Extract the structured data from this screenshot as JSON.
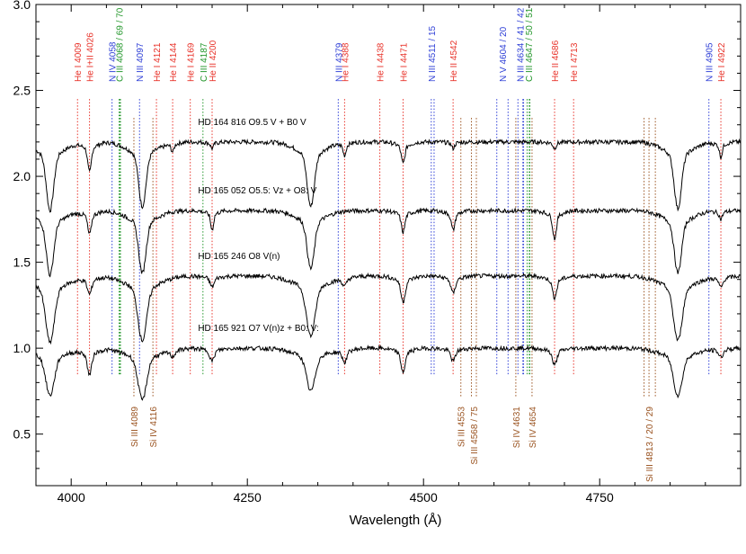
{
  "chart_data": {
    "type": "line",
    "title": "",
    "xlabel": "Wavelength (Å)",
    "ylabel": "",
    "xlim": [
      3950,
      4950
    ],
    "ylim": [
      0.2,
      3.0
    ],
    "x_ticks": [
      {
        "value": 4000,
        "label": "4000"
      },
      {
        "value": 4250,
        "label": "4250"
      },
      {
        "value": 4500,
        "label": "4500"
      },
      {
        "value": 4750,
        "label": "4750"
      }
    ],
    "y_ticks": [
      {
        "value": 0.5,
        "label": "0.5"
      },
      {
        "value": 1.0,
        "label": "1.0"
      },
      {
        "value": 1.5,
        "label": "1.5"
      },
      {
        "value": 2.0,
        "label": "2.0"
      },
      {
        "value": 2.5,
        "label": "2.5"
      },
      {
        "value": 3.0,
        "label": "3.0"
      }
    ],
    "grid": false,
    "colors": {
      "he": "#e8332a",
      "n": "#2d3ed6",
      "c": "#22962a",
      "si": "#9a5320",
      "spectrum": "#000000"
    },
    "spectra": [
      {
        "name": "HD 164 816   O9.5 V + B0 V",
        "continuum": 2.2,
        "label_x": 4180,
        "lines": [
          {
            "center": 3970,
            "depth": 0.32,
            "width": 5
          },
          {
            "center": 4026,
            "depth": 0.14,
            "width": 2.5
          },
          {
            "center": 4101,
            "depth": 0.3,
            "width": 5
          },
          {
            "center": 4144,
            "depth": 0.04,
            "width": 2
          },
          {
            "center": 4200,
            "depth": 0.03,
            "width": 2
          },
          {
            "center": 4340,
            "depth": 0.3,
            "width": 5
          },
          {
            "center": 4388,
            "depth": 0.06,
            "width": 2
          },
          {
            "center": 4471,
            "depth": 0.1,
            "width": 2.5
          },
          {
            "center": 4542,
            "depth": 0.03,
            "width": 2
          },
          {
            "center": 4686,
            "depth": 0.03,
            "width": 2
          },
          {
            "center": 4861,
            "depth": 0.31,
            "width": 5
          },
          {
            "center": 4922,
            "depth": 0.07,
            "width": 2
          }
        ]
      },
      {
        "name": "HD 165 052   O5.5: Vz + O8: V",
        "continuum": 1.8,
        "label_x": 4180,
        "lines": [
          {
            "center": 3970,
            "depth": 0.3,
            "width": 5
          },
          {
            "center": 4026,
            "depth": 0.11,
            "width": 2.5
          },
          {
            "center": 4101,
            "depth": 0.29,
            "width": 5
          },
          {
            "center": 4200,
            "depth": 0.09,
            "width": 2
          },
          {
            "center": 4340,
            "depth": 0.27,
            "width": 5
          },
          {
            "center": 4471,
            "depth": 0.1,
            "width": 2.5
          },
          {
            "center": 4542,
            "depth": 0.09,
            "width": 2.5
          },
          {
            "center": 4686,
            "depth": 0.13,
            "width": 2.5
          },
          {
            "center": 4861,
            "depth": 0.29,
            "width": 5
          },
          {
            "center": 4922,
            "depth": 0.04,
            "width": 2
          }
        ]
      },
      {
        "name": "HD 165 246   O8 V(n)",
        "continuum": 1.42,
        "label_x": 4180,
        "lines": [
          {
            "center": 3970,
            "depth": 0.31,
            "width": 6
          },
          {
            "center": 4026,
            "depth": 0.08,
            "width": 3
          },
          {
            "center": 4101,
            "depth": 0.3,
            "width": 6
          },
          {
            "center": 4200,
            "depth": 0.05,
            "width": 3
          },
          {
            "center": 4340,
            "depth": 0.28,
            "width": 6
          },
          {
            "center": 4388,
            "depth": 0.04,
            "width": 3
          },
          {
            "center": 4471,
            "depth": 0.12,
            "width": 3
          },
          {
            "center": 4542,
            "depth": 0.08,
            "width": 3
          },
          {
            "center": 4686,
            "depth": 0.1,
            "width": 3
          },
          {
            "center": 4861,
            "depth": 0.3,
            "width": 6
          },
          {
            "center": 4922,
            "depth": 0.05,
            "width": 3
          }
        ]
      },
      {
        "name": "HD 165 921   O7 V(n)z + B0: V:",
        "continuum": 1.0,
        "label_x": 4180,
        "lines": [
          {
            "center": 3970,
            "depth": 0.22,
            "width": 6
          },
          {
            "center": 4026,
            "depth": 0.12,
            "width": 3
          },
          {
            "center": 4101,
            "depth": 0.24,
            "width": 6
          },
          {
            "center": 4144,
            "depth": 0.03,
            "width": 3
          },
          {
            "center": 4200,
            "depth": 0.06,
            "width": 3
          },
          {
            "center": 4340,
            "depth": 0.2,
            "width": 6
          },
          {
            "center": 4388,
            "depth": 0.06,
            "width": 3
          },
          {
            "center": 4471,
            "depth": 0.11,
            "width": 3
          },
          {
            "center": 4542,
            "depth": 0.06,
            "width": 3
          },
          {
            "center": 4686,
            "depth": 0.08,
            "width": 3
          },
          {
            "center": 4861,
            "depth": 0.22,
            "width": 6
          },
          {
            "center": 4922,
            "depth": 0.04,
            "width": 3
          }
        ]
      }
    ],
    "top_labels": [
      {
        "text": "He I 4009",
        "x": 4009,
        "color": "he"
      },
      {
        "text": "He I+II 4026",
        "x": 4026,
        "color": "he"
      },
      {
        "text": "N IV 4058",
        "x": 4058,
        "color": "n"
      },
      {
        "text": "C III 4068 / 69 / 70",
        "x": 4068,
        "color": "c"
      },
      {
        "text": "N III 4097",
        "x": 4097,
        "color": "n"
      },
      {
        "text": "He I 4121",
        "x": 4121,
        "color": "he"
      },
      {
        "text": "He I 4144",
        "x": 4144,
        "color": "he"
      },
      {
        "text": "He I 4169",
        "x": 4169,
        "color": "he"
      },
      {
        "text": "C III 4187",
        "x": 4187,
        "color": "c"
      },
      {
        "text": "He II 4200",
        "x": 4200,
        "color": "he"
      },
      {
        "text": "N III 4379",
        "x": 4379,
        "color": "n"
      },
      {
        "text": "He I 4388",
        "x": 4388,
        "color": "he"
      },
      {
        "text": "He I 4438",
        "x": 4438,
        "color": "he"
      },
      {
        "text": "He I 4471",
        "x": 4471,
        "color": "he"
      },
      {
        "text": "N III 4511 / 15",
        "x": 4511,
        "color": "n"
      },
      {
        "text": "He II 4542",
        "x": 4542,
        "color": "he"
      },
      {
        "text": "N V 4604 / 20",
        "x": 4612,
        "color": "n"
      },
      {
        "text": "N III 4634 / 41 / 42",
        "x": 4637,
        "color": "n"
      },
      {
        "text": "C III 4647 / 50 / 51",
        "x": 4649,
        "color": "c"
      },
      {
        "text": "He II 4686",
        "x": 4686,
        "color": "he"
      },
      {
        "text": "He I 4713",
        "x": 4713,
        "color": "he"
      },
      {
        "text": "N III 4905",
        "x": 4905,
        "color": "n"
      },
      {
        "text": "He I 4922",
        "x": 4922,
        "color": "he"
      }
    ],
    "bottom_labels": [
      {
        "text": "Si III 4089",
        "x": 4089,
        "color": "si"
      },
      {
        "text": "Si IV 4116",
        "x": 4116,
        "color": "si"
      },
      {
        "text": "Si III 4553",
        "x": 4553,
        "color": "si"
      },
      {
        "text": "Si III 4568 / 75",
        "x": 4571,
        "color": "si"
      },
      {
        "text": "Si IV 4631",
        "x": 4631,
        "color": "si"
      },
      {
        "text": "Si IV 4654",
        "x": 4654,
        "color": "si"
      },
      {
        "text": "Si III 4813 / 20 / 29",
        "x": 4820,
        "color": "si"
      }
    ],
    "marker_lines": [
      {
        "x": 4009,
        "color": "he"
      },
      {
        "x": 4026,
        "color": "he"
      },
      {
        "x": 4058,
        "color": "n"
      },
      {
        "x": 4068,
        "color": "c"
      },
      {
        "x": 4069,
        "color": "c"
      },
      {
        "x": 4070,
        "color": "c"
      },
      {
        "x": 4097,
        "color": "n"
      },
      {
        "x": 4121,
        "color": "he"
      },
      {
        "x": 4144,
        "color": "he"
      },
      {
        "x": 4169,
        "color": "he"
      },
      {
        "x": 4187,
        "color": "c"
      },
      {
        "x": 4200,
        "color": "he"
      },
      {
        "x": 4379,
        "color": "n"
      },
      {
        "x": 4388,
        "color": "he"
      },
      {
        "x": 4438,
        "color": "he"
      },
      {
        "x": 4471,
        "color": "he"
      },
      {
        "x": 4511,
        "color": "n"
      },
      {
        "x": 4515,
        "color": "n"
      },
      {
        "x": 4542,
        "color": "he"
      },
      {
        "x": 4604,
        "color": "n"
      },
      {
        "x": 4620,
        "color": "n"
      },
      {
        "x": 4634,
        "color": "n"
      },
      {
        "x": 4641,
        "color": "n"
      },
      {
        "x": 4642,
        "color": "n"
      },
      {
        "x": 4647,
        "color": "c"
      },
      {
        "x": 4650,
        "color": "c"
      },
      {
        "x": 4651,
        "color": "c"
      },
      {
        "x": 4686,
        "color": "he"
      },
      {
        "x": 4713,
        "color": "he"
      },
      {
        "x": 4905,
        "color": "n"
      },
      {
        "x": 4922,
        "color": "he"
      },
      {
        "x": 4089,
        "color": "si"
      },
      {
        "x": 4116,
        "color": "si"
      },
      {
        "x": 4553,
        "color": "si"
      },
      {
        "x": 4568,
        "color": "si"
      },
      {
        "x": 4575,
        "color": "si"
      },
      {
        "x": 4631,
        "color": "si"
      },
      {
        "x": 4654,
        "color": "si"
      },
      {
        "x": 4813,
        "color": "si"
      },
      {
        "x": 4820,
        "color": "si"
      },
      {
        "x": 4829,
        "color": "si"
      }
    ]
  }
}
